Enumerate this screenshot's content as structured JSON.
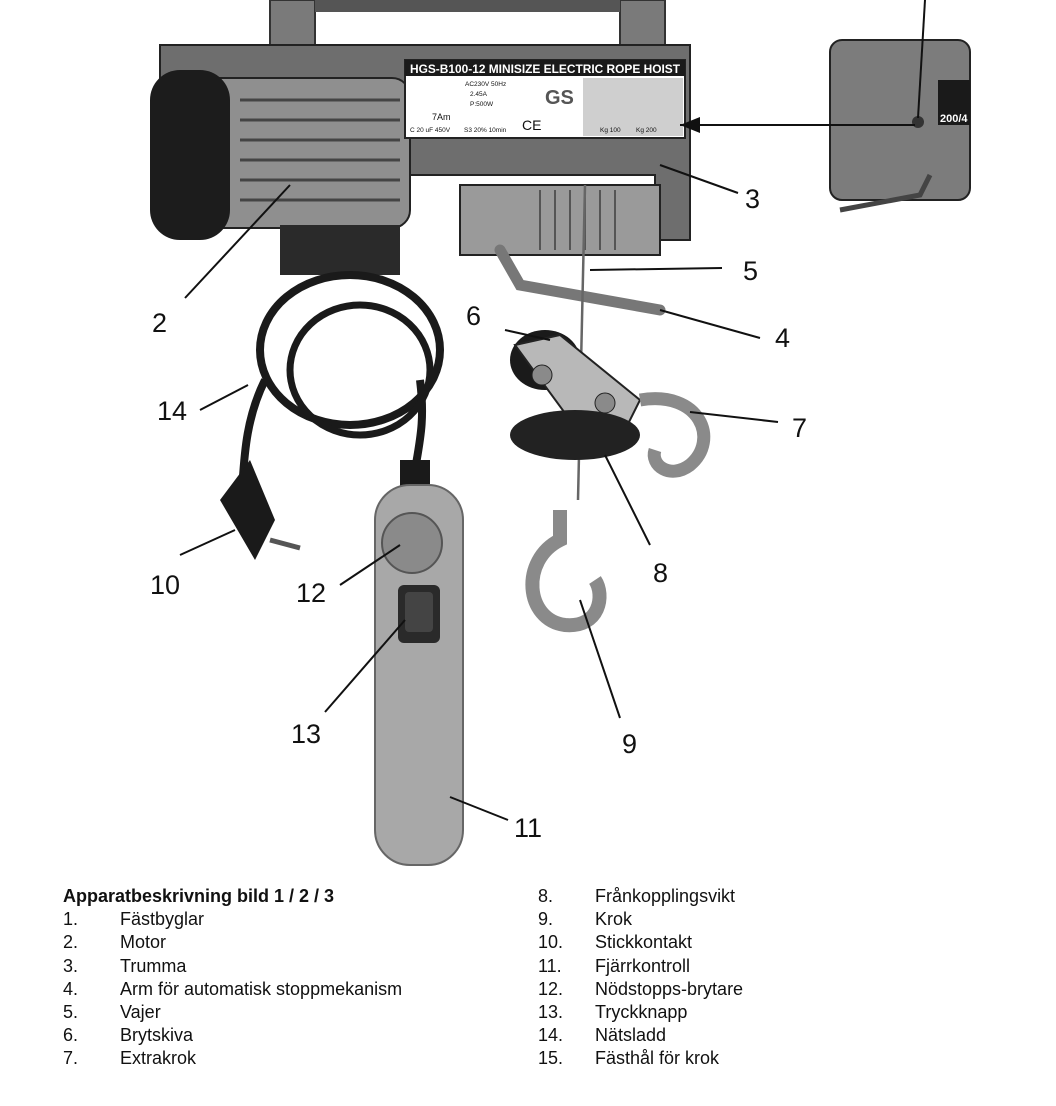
{
  "figure": {
    "nameplate_title": "HGS-B100-12  MINISIZE  ELECTRIC  ROPE HOIST",
    "nameplate_rows": [
      "AC230V 50Hz",
      "2.45A",
      "P:500W",
      "7Am",
      "C 20 uF 450V",
      "S3 20% 10min"
    ],
    "nameplate_mark_ce": "CE",
    "nameplate_mark_gs": "GS",
    "nameplate_loads": [
      "Kg 100",
      "Kg 200"
    ],
    "side_plate": "200/4",
    "callouts": [
      "2",
      "3",
      "4",
      "5",
      "6",
      "7",
      "8",
      "9",
      "10",
      "11",
      "12",
      "13",
      "14"
    ]
  },
  "legend": {
    "heading": "Apparatbeskrivning bild 1 / 2 / 3",
    "left": [
      {
        "num": "1.",
        "label": "Fästbyglar"
      },
      {
        "num": "2.",
        "label": "Motor"
      },
      {
        "num": "3.",
        "label": "Trumma"
      },
      {
        "num": "4.",
        "label": "Arm för automatisk stoppmekanism"
      },
      {
        "num": "5.",
        "label": "Vajer"
      },
      {
        "num": "6.",
        "label": "Brytskiva"
      },
      {
        "num": "7.",
        "label": "Extrakrok"
      }
    ],
    "right": [
      {
        "num": "8.",
        "label": "Frånkopplingsvikt"
      },
      {
        "num": "9.",
        "label": "Krok"
      },
      {
        "num": "10.",
        "label": "Stickkontakt"
      },
      {
        "num": "11.",
        "label": "Fjärrkontroll"
      },
      {
        "num": "12.",
        "label": "Nödstopps-brytare"
      },
      {
        "num": "13.",
        "label": "Tryckknapp"
      },
      {
        "num": "14.",
        "label": "Nätsladd"
      },
      {
        "num": "15.",
        "label": "Fästhål för krok"
      }
    ]
  }
}
